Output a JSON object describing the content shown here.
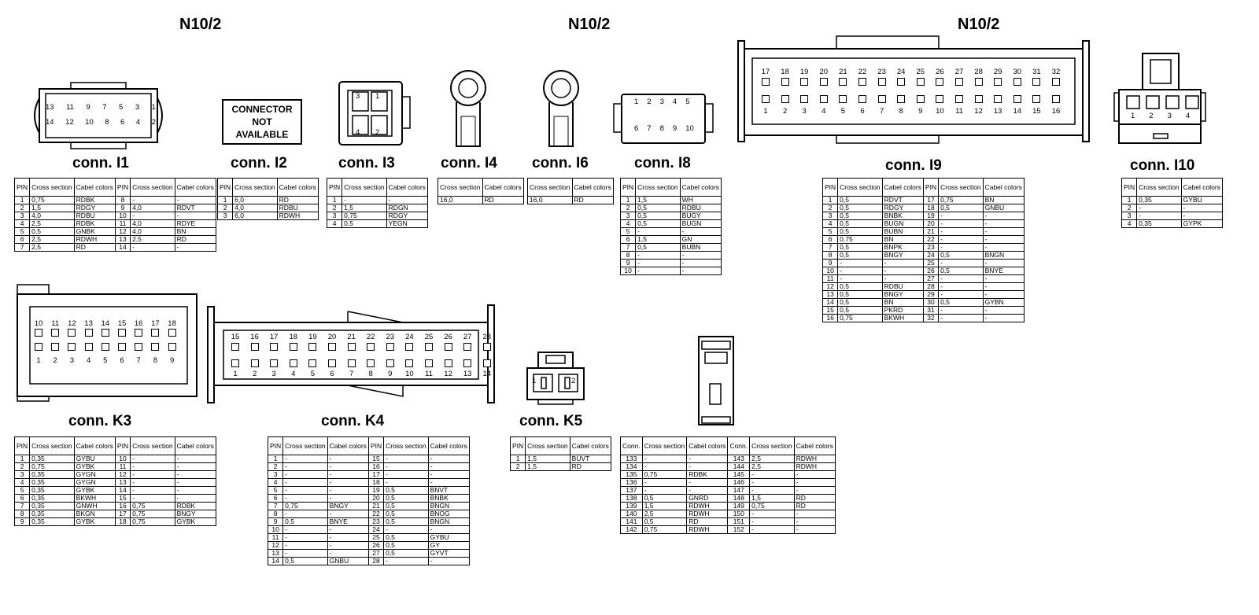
{
  "headers": [
    "N10/2",
    "N10/2",
    "N10/2"
  ],
  "not_available": [
    "CONNECTOR",
    "NOT",
    "AVAILABLE"
  ],
  "pin_numbers": {
    "i1_top": [
      "13",
      "11",
      "9",
      "7",
      "5",
      "3",
      "1"
    ],
    "i1_bottom": [
      "14",
      "12",
      "10",
      "8",
      "6",
      "4",
      "2"
    ],
    "i3": [
      "3",
      "1",
      "4",
      "2"
    ],
    "i8_top": [
      "1",
      "2",
      "3",
      "4",
      "5"
    ],
    "i8_bottom": [
      "6",
      "7",
      "8",
      "9",
      "10"
    ],
    "i9_top": [
      "17",
      "18",
      "19",
      "20",
      "21",
      "22",
      "23",
      "24",
      "25",
      "26",
      "27",
      "28",
      "29",
      "30",
      "31",
      "32"
    ],
    "i9_bottom": [
      "1",
      "2",
      "3",
      "4",
      "5",
      "6",
      "7",
      "8",
      "9",
      "10",
      "11",
      "12",
      "13",
      "14",
      "15",
      "16"
    ],
    "i10": [
      "1",
      "2",
      "3",
      "4"
    ],
    "k3_top": [
      "10",
      "11",
      "12",
      "13",
      "14",
      "15",
      "16",
      "17",
      "18"
    ],
    "k3_bottom": [
      "1",
      "2",
      "3",
      "4",
      "5",
      "6",
      "7",
      "8",
      "9"
    ],
    "k4_top": [
      "15",
      "16",
      "17",
      "18",
      "19",
      "20",
      "21",
      "22",
      "23",
      "24",
      "25",
      "26",
      "27",
      "28"
    ],
    "k4_bottom": [
      "1",
      "2",
      "3",
      "4",
      "5",
      "6",
      "7",
      "8",
      "9",
      "10",
      "11",
      "12",
      "13",
      "14"
    ],
    "k5": [
      "1",
      "2"
    ]
  },
  "tables": {
    "i1": {
      "title": "conn. I1",
      "headers": [
        "PIN",
        "Cross section",
        "Cabel colors",
        "PIN",
        "Cross section",
        "Cabel colors"
      ],
      "rows": [
        [
          "1",
          "0,75",
          "RDBK",
          "8",
          "-",
          "-"
        ],
        [
          "2",
          "1,5",
          "RDGY",
          "9",
          "4,0",
          "RDVT"
        ],
        [
          "3",
          "4,0",
          "RDBU",
          "10",
          "-",
          "-"
        ],
        [
          "4",
          "2,5",
          "RDBK",
          "11",
          "4,0",
          "RDYE"
        ],
        [
          "5",
          "0,5",
          "GNBK",
          "12",
          "4,0",
          "BN"
        ],
        [
          "6",
          "2,5",
          "RDWH",
          "13",
          "2,5",
          "RD"
        ],
        [
          "7",
          "2,5",
          "RD",
          "14",
          "-",
          "-"
        ]
      ]
    },
    "i2": {
      "title": "conn. I2",
      "headers": [
        "PIN",
        "Cross section",
        "Cabel colors"
      ],
      "rows": [
        [
          "1",
          "6,0",
          "RD"
        ],
        [
          "2",
          "4,0",
          "RDBU"
        ],
        [
          "3",
          "6,0",
          "RDWH"
        ]
      ]
    },
    "i3": {
      "title": "conn. I3",
      "headers": [
        "PIN",
        "Cross section",
        "Cabel colors"
      ],
      "rows": [
        [
          "1",
          "-",
          "-"
        ],
        [
          "2",
          "1,5",
          "RDGN"
        ],
        [
          "3",
          "0,75",
          "RDGY"
        ],
        [
          "4",
          "0,5",
          "YEGN"
        ]
      ]
    },
    "i4": {
      "title": "conn. I4",
      "headers": [
        "Cross section",
        "Cabel colors"
      ],
      "rows": [
        [
          "16,0",
          "RD"
        ]
      ]
    },
    "i6": {
      "title": "conn. I6",
      "headers": [
        "Cross section",
        "Cabel colors"
      ],
      "rows": [
        [
          "16,0",
          "RD"
        ]
      ]
    },
    "i8": {
      "title": "conn. I8",
      "headers": [
        "PIN",
        "Cross section",
        "Cabel colors"
      ],
      "rows": [
        [
          "1",
          "1,5",
          "WH"
        ],
        [
          "2",
          "0,5",
          "RDBU"
        ],
        [
          "3",
          "0,5",
          "BUGY"
        ],
        [
          "4",
          "0,5",
          "BUGN"
        ],
        [
          "5",
          "-",
          "-"
        ],
        [
          "6",
          "1,5",
          "GN"
        ],
        [
          "7",
          "0,5",
          "BUBN"
        ],
        [
          "8",
          "-",
          "-"
        ],
        [
          "9",
          "-",
          "-"
        ],
        [
          "10",
          "-",
          "-"
        ]
      ]
    },
    "i9": {
      "title": "conn. I9",
      "headers": [
        "PIN",
        "Cross section",
        "Cabel colors",
        "PIN",
        "Cross section",
        "Cabel colors"
      ],
      "rows": [
        [
          "1",
          "0,5",
          "RDVT",
          "17",
          "0,75",
          "BN"
        ],
        [
          "2",
          "0,5",
          "RDGY",
          "18",
          "0,5",
          "GNBU"
        ],
        [
          "3",
          "0,5",
          "BNBK",
          "19",
          "-",
          "-"
        ],
        [
          "4",
          "0,5",
          "BUGN",
          "20",
          "-",
          "-"
        ],
        [
          "5",
          "0,5",
          "BUBN",
          "21",
          "-",
          "-"
        ],
        [
          "6",
          "0,75",
          "BN",
          "22",
          "-",
          "-"
        ],
        [
          "7",
          "0,5",
          "BNPK",
          "23",
          "-",
          "-"
        ],
        [
          "8",
          "0,5",
          "BNGY",
          "24",
          "0,5",
          "BNGN"
        ],
        [
          "9",
          "-",
          "-",
          "25",
          "-",
          "-"
        ],
        [
          "10",
          "-",
          "-",
          "26",
          "0,5",
          "BNYE"
        ],
        [
          "11",
          "-",
          "-",
          "27",
          "-",
          "-"
        ],
        [
          "12",
          "0,5",
          "RDBU",
          "28",
          "-",
          "-"
        ],
        [
          "13",
          "0,5",
          "BNGY",
          "29",
          "-",
          "-"
        ],
        [
          "14",
          "0,5",
          "BN",
          "30",
          "0,5",
          "GYBN"
        ],
        [
          "15",
          "0,5",
          "PKRD",
          "31",
          "-",
          "-"
        ],
        [
          "16",
          "0,75",
          "BKWH",
          "32",
          "-",
          "-"
        ]
      ]
    },
    "i10": {
      "title": "conn. I10",
      "headers": [
        "PIN",
        "Cross section",
        "Cabel colors"
      ],
      "rows": [
        [
          "1",
          "0,35",
          "GYBU"
        ],
        [
          "2",
          "-",
          "-"
        ],
        [
          "3",
          "-",
          "-"
        ],
        [
          "4",
          "0,35",
          "GYPK"
        ]
      ]
    },
    "k3": {
      "title": "conn. K3",
      "headers": [
        "PIN",
        "Cross section",
        "Cabel colors",
        "PIN",
        "Cross section",
        "Cabel colors"
      ],
      "rows": [
        [
          "1",
          "0,35",
          "GYBU",
          "10",
          "-",
          "-"
        ],
        [
          "2",
          "0,75",
          "GYBK",
          "11",
          "-",
          "-"
        ],
        [
          "3",
          "0,35",
          "GYGN",
          "12",
          "-",
          "-"
        ],
        [
          "4",
          "0,35",
          "GYGN",
          "13",
          "-",
          "-"
        ],
        [
          "5",
          "0,35",
          "GYBK",
          "14",
          "-",
          "-"
        ],
        [
          "6",
          "0,35",
          "BKWH",
          "15",
          "-",
          "-"
        ],
        [
          "7",
          "0,35",
          "GNWH",
          "16",
          "0,75",
          "RDBK"
        ],
        [
          "8",
          "0,35",
          "BKGN",
          "17",
          "0,75",
          "BNGY"
        ],
        [
          "9",
          "0,35",
          "GYBK",
          "18",
          "0,75",
          "GYBK"
        ]
      ]
    },
    "k4": {
      "title": "conn. K4",
      "headers": [
        "PIN",
        "Cross section",
        "Cabel colors",
        "PIN",
        "Cross section",
        "Cabel colors"
      ],
      "rows": [
        [
          "1",
          "-",
          "-",
          "15",
          "-",
          "-"
        ],
        [
          "2",
          "-",
          "-",
          "16",
          "-",
          "-"
        ],
        [
          "3",
          "-",
          "-",
          "17",
          "-",
          "-"
        ],
        [
          "4",
          "-",
          "-",
          "18",
          "-",
          "-"
        ],
        [
          "5",
          "-",
          "-",
          "19",
          "0,5",
          "BNVT"
        ],
        [
          "6",
          "-",
          "-",
          "20",
          "0,5",
          "BNBK"
        ],
        [
          "7",
          "0,75",
          "BNGY",
          "21",
          "0,5",
          "BNGN"
        ],
        [
          "8",
          "-",
          "-",
          "22",
          "0,5",
          "BNOG"
        ],
        [
          "9",
          "0,5",
          "BNYE",
          "23",
          "0,5",
          "BNGN"
        ],
        [
          "10",
          "-",
          "-",
          "24",
          "-",
          "-"
        ],
        [
          "11",
          "-",
          "-",
          "25",
          "0,5",
          "GYBU"
        ],
        [
          "12",
          "-",
          "-",
          "26",
          "0,5",
          "GY"
        ],
        [
          "13",
          "-",
          "-",
          "27",
          "0,5",
          "GYVT"
        ],
        [
          "14",
          "0,5",
          "GNBU",
          "28",
          "-",
          "-"
        ]
      ]
    },
    "k5": {
      "title": "conn. K5",
      "headers": [
        "PIN",
        "Cross section",
        "Cabel colors"
      ],
      "rows": [
        [
          "1",
          "1,5",
          "BUVT"
        ],
        [
          "2",
          "1,5",
          "RD"
        ]
      ]
    },
    "conn": {
      "headers": [
        "Conn.",
        "Cross section",
        "Cabel colors",
        "Conn.",
        "Cross section",
        "Cabel colors"
      ],
      "rows": [
        [
          "133",
          "-",
          "-",
          "143",
          "2,5",
          "RDWH"
        ],
        [
          "134",
          "-",
          "-",
          "144",
          "2,5",
          "RDWH"
        ],
        [
          "135",
          "0,75",
          "RDBK",
          "145",
          "-",
          "-"
        ],
        [
          "136",
          "-",
          "-",
          "146",
          "-",
          "-"
        ],
        [
          "137",
          "-",
          "-",
          "147",
          "-",
          "-"
        ],
        [
          "138",
          "0,5",
          "GNRD",
          "148",
          "1,5",
          "RD"
        ],
        [
          "139",
          "1,5",
          "RDWH",
          "149",
          "0,75",
          "RD"
        ],
        [
          "140",
          "2,5",
          "RDWH",
          "150",
          "-",
          "-"
        ],
        [
          "141",
          "0,5",
          "RD",
          "151",
          "-",
          "-"
        ],
        [
          "142",
          "0,75",
          "RDWH",
          "152",
          "-",
          "-"
        ]
      ]
    }
  }
}
